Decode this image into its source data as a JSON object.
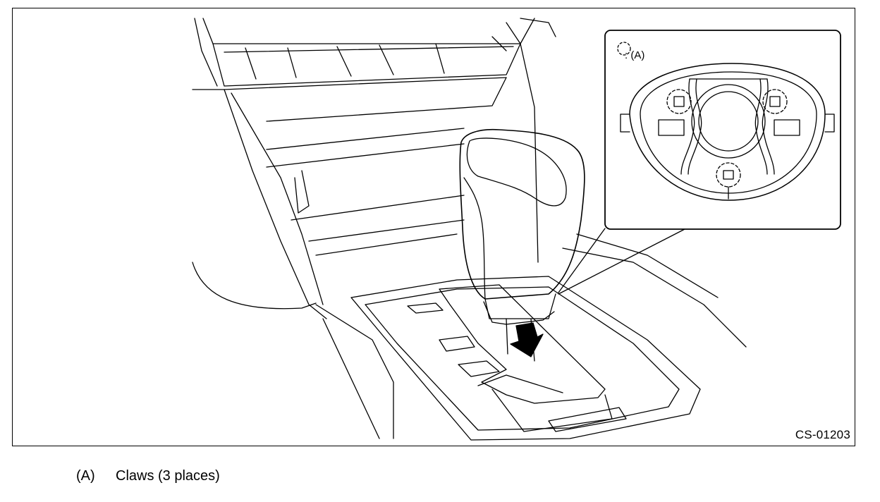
{
  "figure": {
    "code": "CS-01203",
    "inset": {
      "legend_symbol": "dashed-circle-icon",
      "legend_text": ": (A)"
    }
  },
  "caption": {
    "key": "(A)",
    "text": "Claws (3 places)"
  },
  "colors": {
    "line": "#000000",
    "arrow": "#000000",
    "background": "#ffffff"
  }
}
